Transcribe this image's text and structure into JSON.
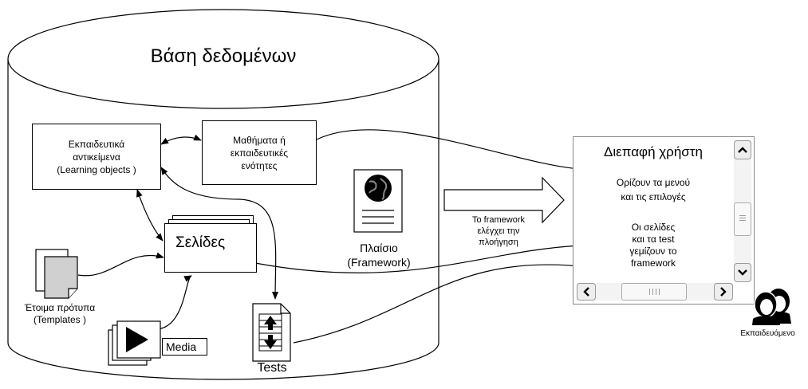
{
  "database": {
    "title": "Βάση δεδομένων"
  },
  "learning_objects": {
    "line1": "Εκπαιδευτικά",
    "line2": "αντικείμενα",
    "line3": "(Learning objects )"
  },
  "lessons": {
    "line1": "Μαθήματα ή",
    "line2": "εκπαιδευτικές",
    "line3": "ενότητες"
  },
  "pages": {
    "label": "Σελίδες"
  },
  "templates": {
    "line1": "Έτοιμα πρότυπα",
    "line2": "(Templates )"
  },
  "media": {
    "label": "Media"
  },
  "tests": {
    "label": "Tests"
  },
  "framework": {
    "line1": "Πλαίσιο",
    "line2": "(Framework)"
  },
  "navigation_note": {
    "line1": "Το framework",
    "line2": "ελέγχει την",
    "line3": "πλοήγηση"
  },
  "user_interface": {
    "title": "Διεπαφή χρήστη",
    "text1_line1": "Ορίζουν τα μενού",
    "text1_line2": "και τις επιλογές",
    "text2_line1": "Οι σελίδες",
    "text2_line2": "και τα test",
    "text2_line3": "γεμίζουν το",
    "text2_line4": "framework"
  },
  "learner": {
    "label": "Εκπαιδευόμενο"
  },
  "icons": [
    "globe-icon",
    "document-icon",
    "play-icon",
    "updown-arrows-icon",
    "people-icon",
    "chevron-up-icon",
    "chevron-down-icon",
    "chevron-left-icon",
    "chevron-right-icon"
  ]
}
